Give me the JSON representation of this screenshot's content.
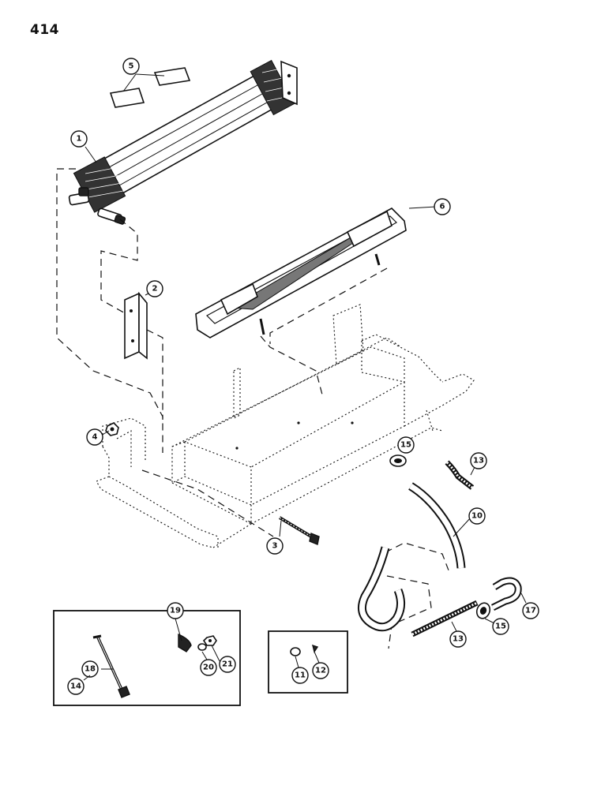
{
  "page": {
    "number": "414"
  },
  "callouts": {
    "c1": "1",
    "c2": "2",
    "c3": "3",
    "c4": "4",
    "c5": "5",
    "c6": "6",
    "c10": "10",
    "c11": "11",
    "c12": "12",
    "c13a": "13",
    "c13b": "13",
    "c14": "14",
    "c15a": "15",
    "c15b": "15",
    "c17": "17",
    "c18": "18",
    "c19": "19",
    "c20": "20",
    "c21": "21"
  }
}
